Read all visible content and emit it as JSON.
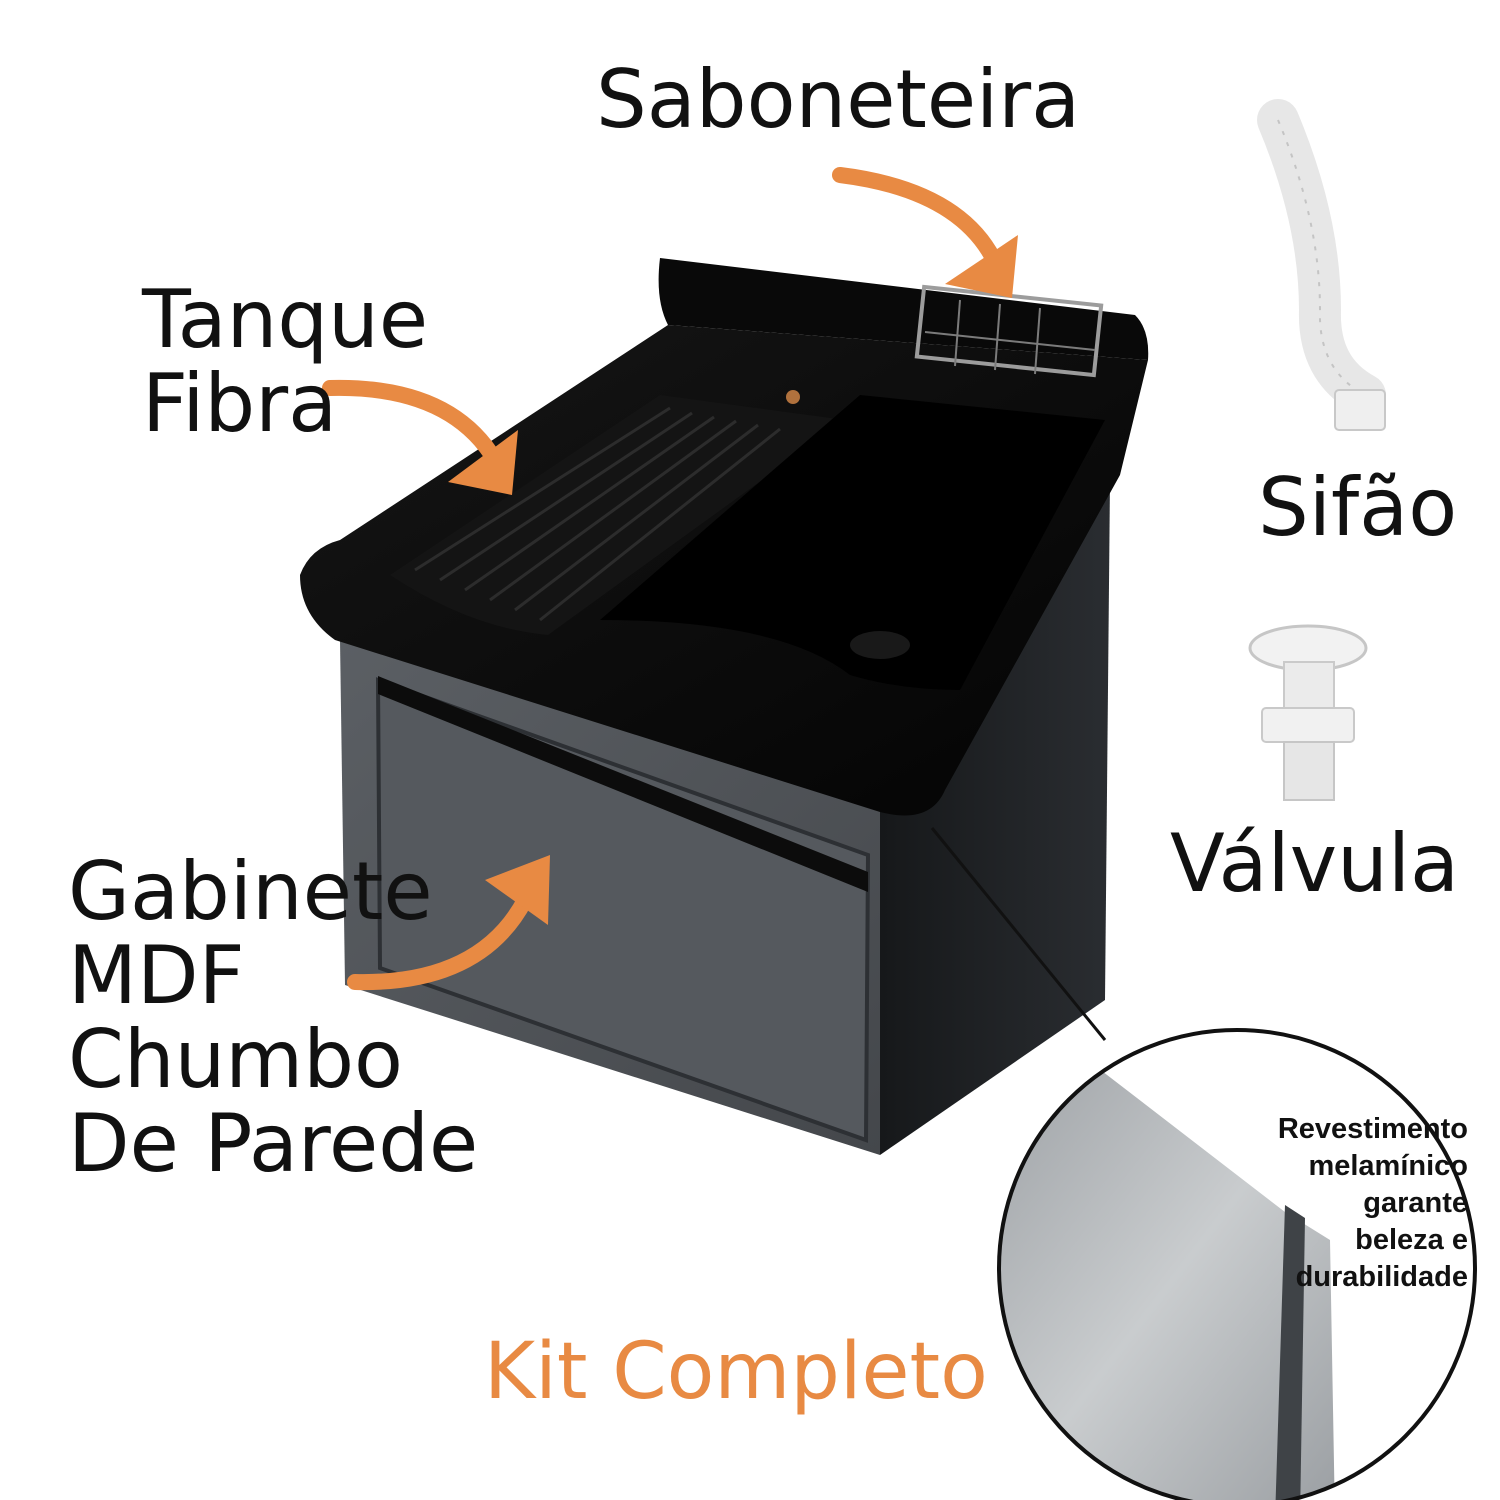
{
  "labels": {
    "saboneteira": "Saboneteira",
    "tanque": [
      "Tanque",
      "Fibra"
    ],
    "gabinete": [
      "Gabinete",
      "MDF",
      "Chumbo",
      "De Parede"
    ],
    "sifao": "Sifão",
    "valvula": "Válvula",
    "kit": "Kit Completo",
    "revestimento": [
      "Revestimento",
      "melamínico",
      "garante",
      "beleza e",
      "durabilidade"
    ]
  },
  "colors": {
    "arrow": "#e88a43",
    "kit_text": "#e88a43",
    "sink": "#0b0b0b",
    "cabinet": "#4f5358",
    "cabinet_side": "#1c1e21",
    "parts": "#eeeeee"
  },
  "icons": [
    "arrow-icon",
    "sink-icon",
    "soap-dish-icon",
    "siphon-hose-icon",
    "drain-valve-icon",
    "melamine-detail-icon"
  ]
}
